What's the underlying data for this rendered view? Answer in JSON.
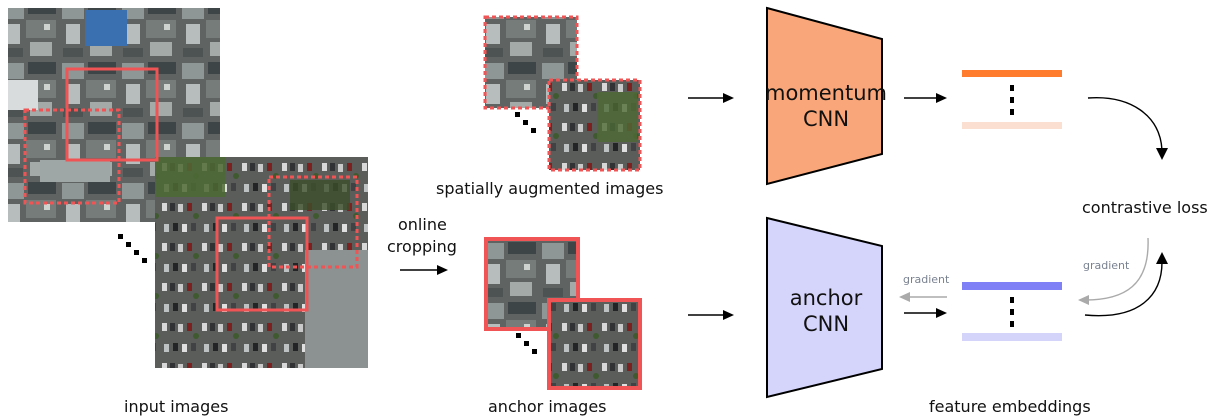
{
  "labels": {
    "input_images": "input images",
    "spatial_aug": "spatially augmented images",
    "online_cropping_1": "online",
    "online_cropping_2": "cropping",
    "anchor_images": "anchor images",
    "feature_embeddings": "feature embeddings",
    "contrastive_loss": "contrastive loss",
    "gradient_left": "gradient",
    "gradient_right": "gradient"
  },
  "cnn": {
    "momentum": {
      "line1": "momentum",
      "line2": "CNN",
      "fill": "#f9a77a"
    },
    "anchor": {
      "line1": "anchor",
      "line2": "CNN",
      "fill": "#d5d4fb"
    }
  },
  "colors": {
    "crop_red": "#f05454",
    "embed_orange": "#ff7b2e",
    "embed_orange_light": "#fbe0d2",
    "embed_blue": "#8080f6",
    "embed_blue_light": "#d4d4fa",
    "gray_arrow": "#aaaaaa"
  }
}
